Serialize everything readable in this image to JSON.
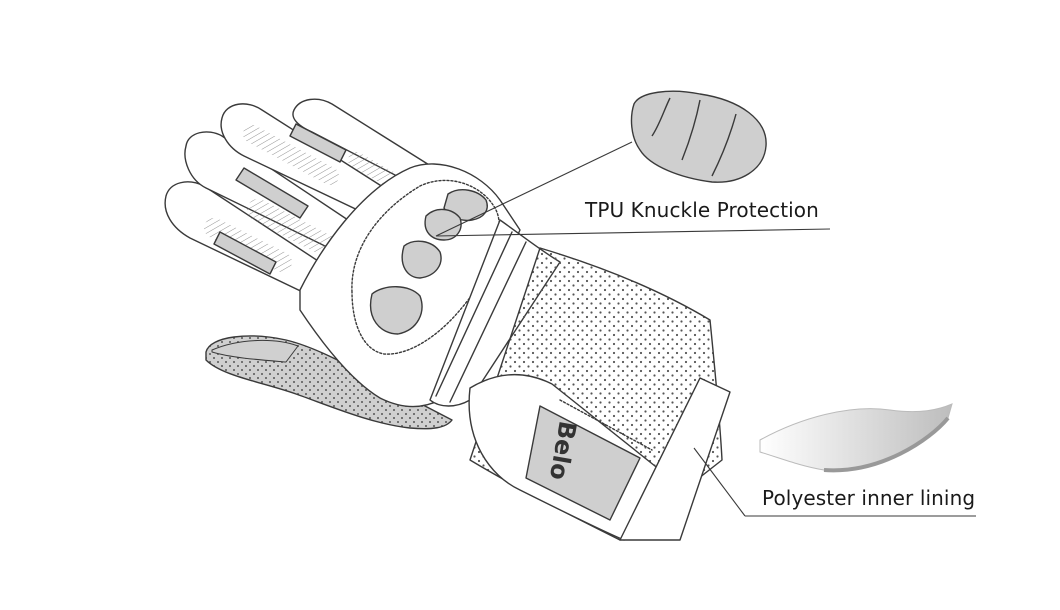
{
  "annotations": {
    "knuckle_label": "TPU Knuckle Protection",
    "lining_label": "Polyester inner lining"
  },
  "glove": {
    "brand_text": "Belo"
  },
  "colors": {
    "outline": "#3a3a3a",
    "fill_grey": "#cfcfcf",
    "background": "#ffffff"
  }
}
